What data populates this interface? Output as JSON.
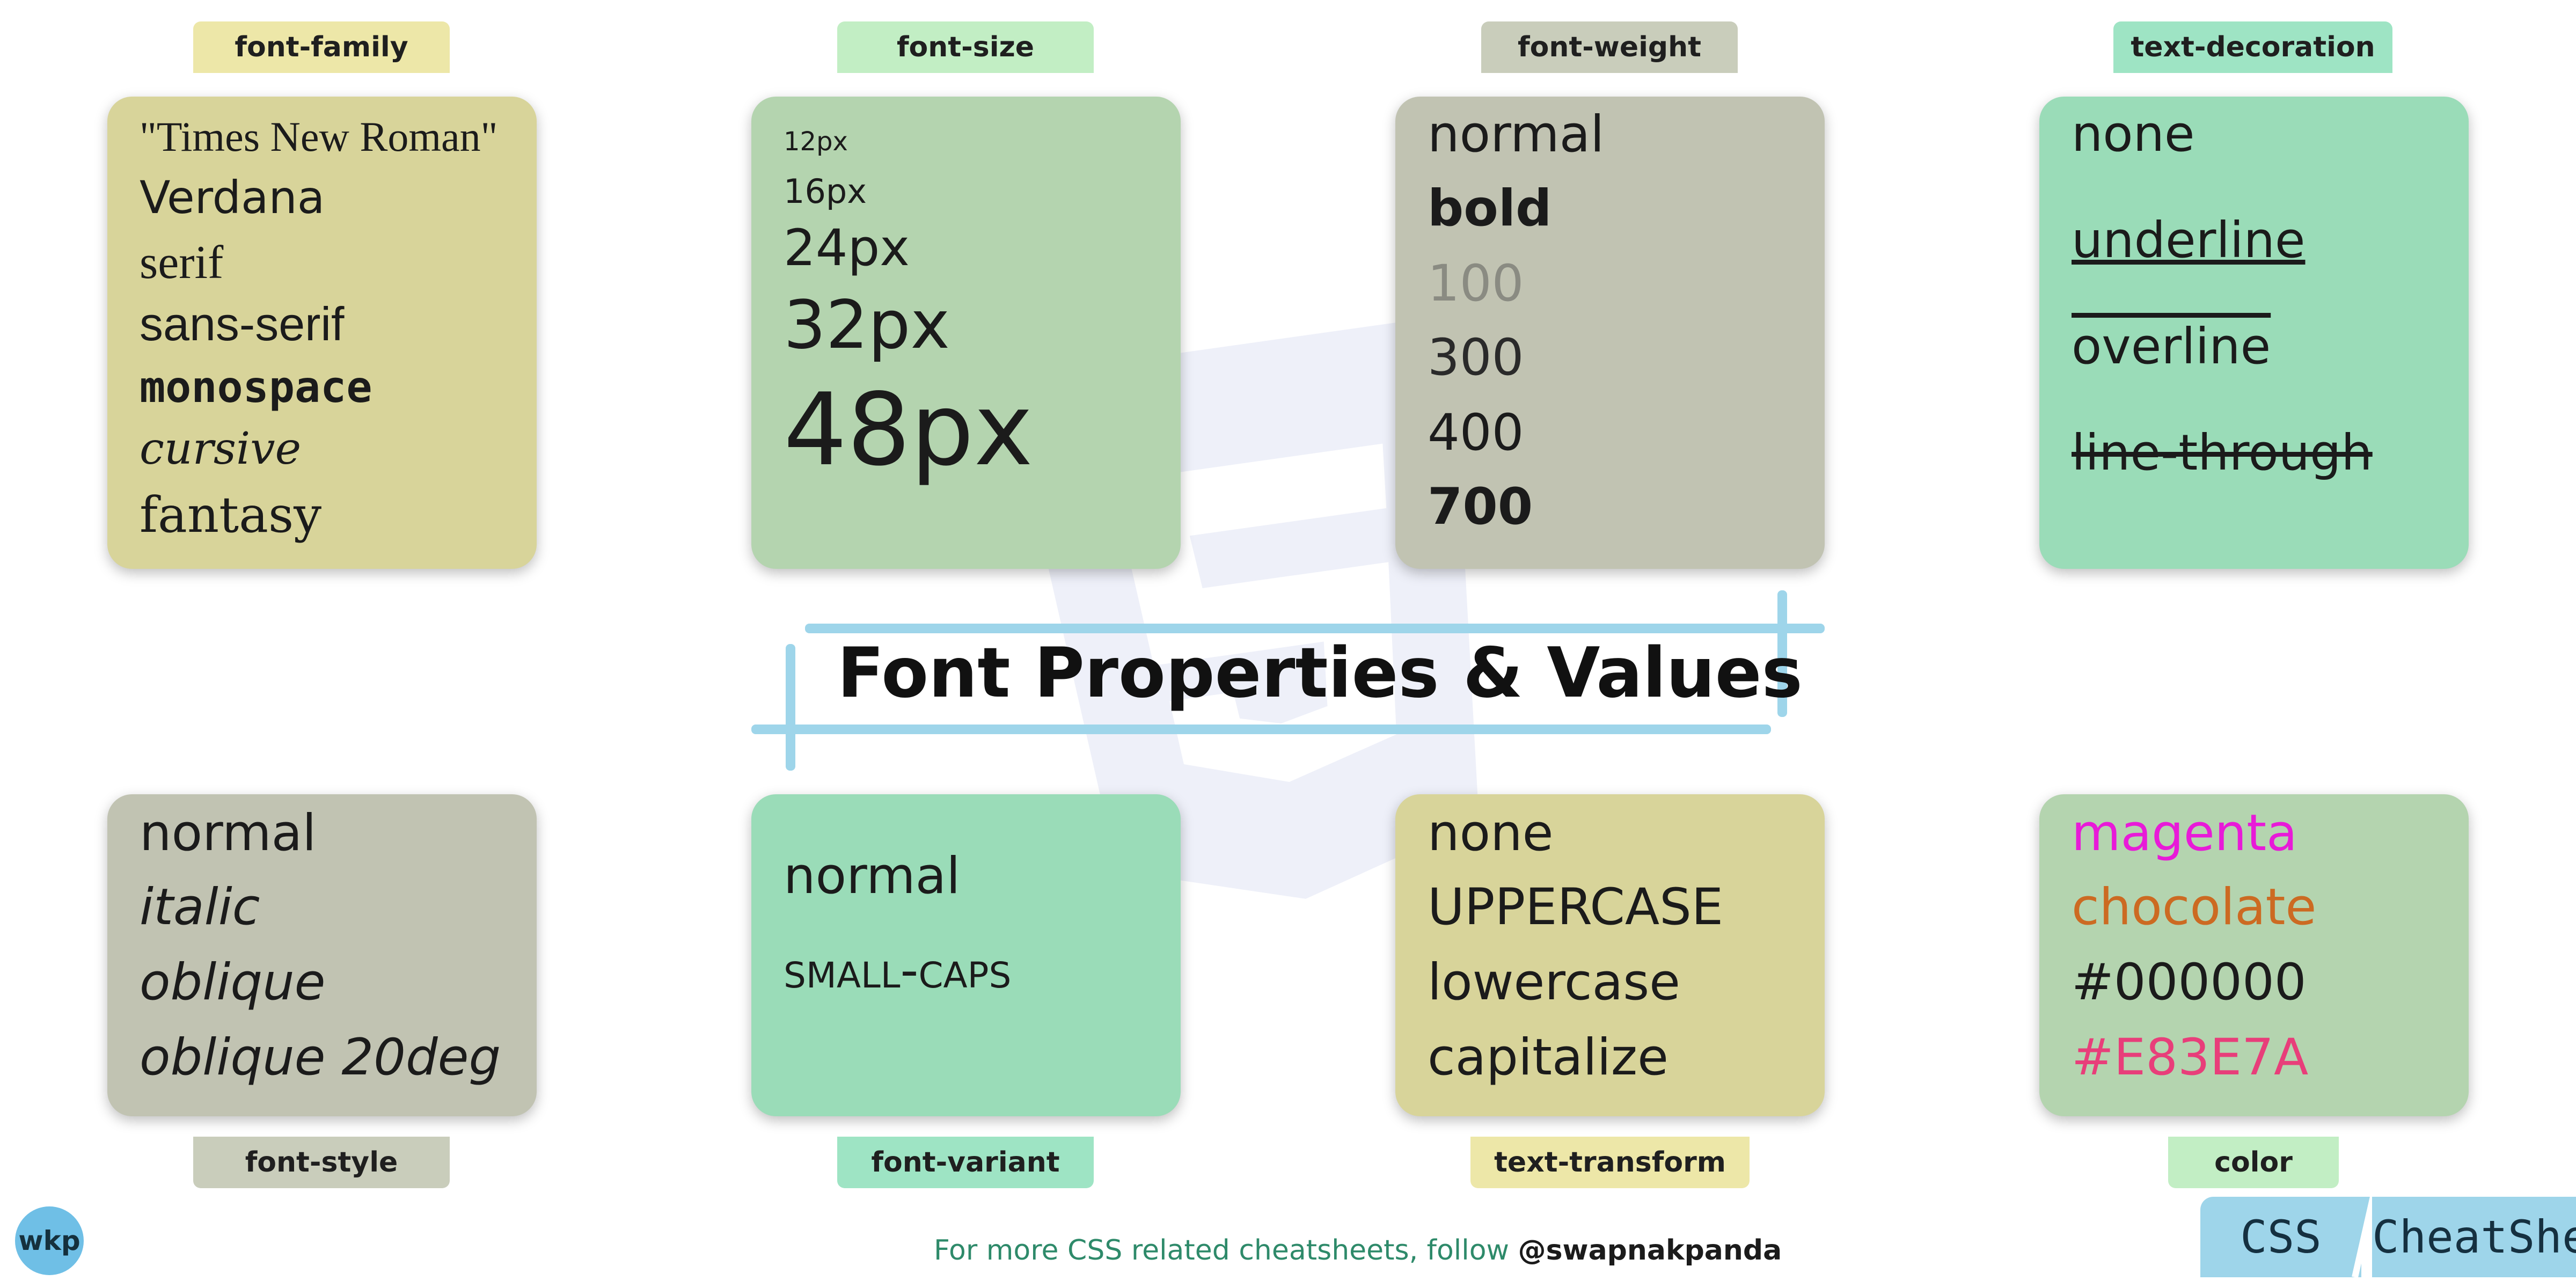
{
  "colors": {
    "yellow": "#d8d49a",
    "green": "#b4d4af",
    "gray": "#c1c3b2",
    "mint": "#9adcb8"
  },
  "cards": {
    "font_family": {
      "label": "font-family",
      "values": [
        "\"Times New Roman\"",
        "Verdana",
        "serif",
        "sans-serif",
        "monospace",
        "cursive",
        "fantasy"
      ]
    },
    "font_size": {
      "label": "font-size",
      "values": [
        "12px",
        "16px",
        "24px",
        "32px",
        "48px"
      ]
    },
    "font_weight": {
      "label": "font-weight",
      "values": [
        "normal",
        "bold",
        "100",
        "300",
        "400",
        "700"
      ]
    },
    "text_decoration": {
      "label": "text-decoration",
      "values": [
        "none",
        "underline",
        "overline",
        "line-through"
      ]
    },
    "font_style": {
      "label": "font-style",
      "values": [
        "normal",
        "italic",
        "oblique",
        "oblique 20deg"
      ]
    },
    "font_variant": {
      "label": "font-variant",
      "values": [
        "normal",
        "small-caps"
      ]
    },
    "text_transform": {
      "label": "text-transform",
      "values": [
        "none",
        "uppercase",
        "LOWERCASE",
        "capitalize"
      ]
    },
    "color": {
      "label": "color",
      "values": [
        "magenta",
        "chocolate",
        "#000000",
        "#E83E7A"
      ],
      "swatches": [
        "#e81ad8",
        "#cc6a22",
        "#1b1b1b",
        "#e83e7a"
      ]
    }
  },
  "title": "Font Properties & Values",
  "footer": {
    "text": "For more CSS related cheatsheets, follow",
    "handle": "@swapnakpanda"
  },
  "logo": "wkp",
  "badge": {
    "left": "CSS",
    "right": "CheatSheet"
  },
  "icons": [
    "css3-watermark-icon"
  ]
}
